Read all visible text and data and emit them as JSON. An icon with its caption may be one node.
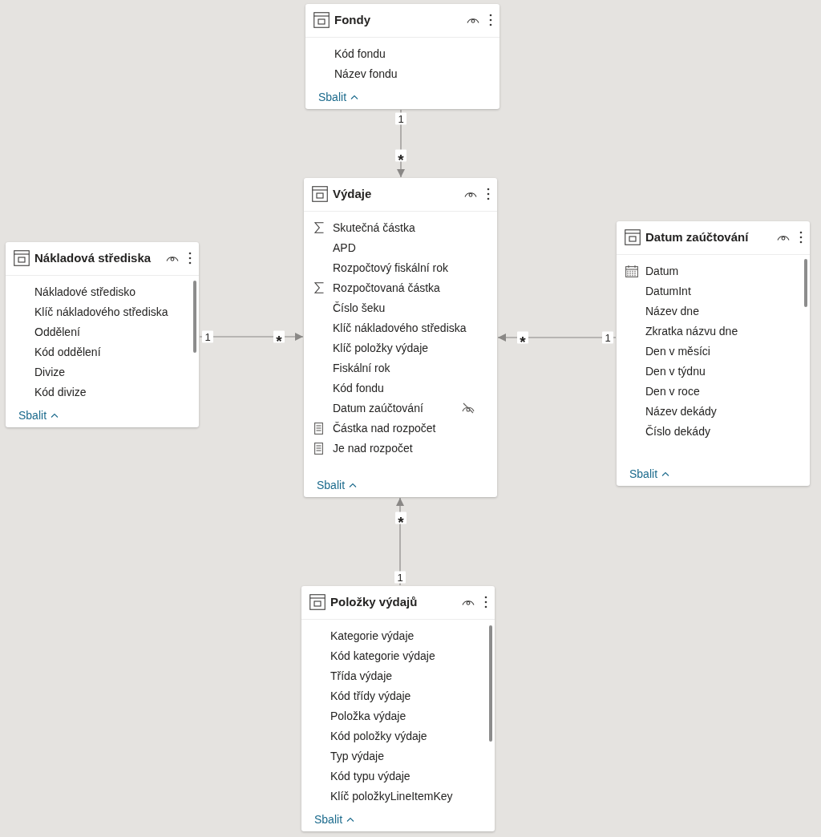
{
  "diagram": {
    "nodes": [
      {
        "text": [
          "Fondy",
          "Kód fondu",
          "Název fondu",
          "Sbalit"
        ]
      },
      {
        "text": [
          "Nákladová střediska",
          "Nákladové středisko",
          "Klíč nákladového střediska",
          "Oddělení",
          "Kód oddělení",
          "Divize",
          "Kód divize",
          "Sbalit"
        ]
      },
      {
        "text": [
          "Výdaje",
          "Skutečná částka",
          "APD",
          "Rozpočtový fiskální rok",
          "Rozpočtovaná částka",
          "Číslo šeku",
          "Klíč nákladového střediska",
          "Klíč položky výdaje",
          "Fiskální rok",
          "Kód fondu",
          "Datum zaúčtování",
          "Částka nad rozpočet",
          "Je nad rozpočet",
          "Sbalit"
        ]
      },
      {
        "text": [
          "Datum zaúčtování",
          "Datum",
          "DatumInt",
          "Název dne",
          "Zkratka názvu dne",
          "Den v měsíci",
          "Den v týdnu",
          "Den v roce",
          "Název dekády",
          "Číslo dekády",
          "Sbalit"
        ]
      },
      {
        "text": [
          "Položky výdajů",
          "Kategorie výdaje",
          "Kód kategorie výdaje",
          "Třída výdaje",
          "Kód třídy výdaje",
          "Položka výdaje",
          "Kód položky výdaje",
          "Typ výdaje",
          "Kód typu výdaje",
          "Klíč položkyLineItemKey",
          "Sbalit"
        ]
      }
    ],
    "edges": [
      {
        "from": 0,
        "to": 2,
        "arrow": "to"
      },
      {
        "from": 1,
        "to": 2,
        "arrow": "to"
      },
      {
        "from": 3,
        "to": 2,
        "arrow": "to"
      },
      {
        "from": 4,
        "to": 2,
        "arrow": "to"
      }
    ],
    "labels": [
      "1",
      "*",
      "1",
      "*",
      "*",
      "1",
      "*",
      "1"
    ]
  }
}
